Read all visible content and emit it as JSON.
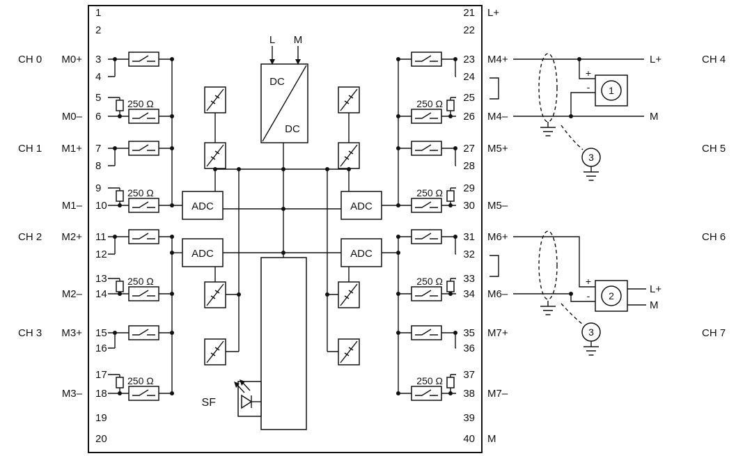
{
  "module": {
    "terminals_left": [
      "1",
      "2",
      "3",
      "4",
      "5",
      "6",
      "7",
      "8",
      "9",
      "10",
      "11",
      "12",
      "13",
      "14",
      "15",
      "16",
      "17",
      "18",
      "19",
      "20"
    ],
    "terminals_right": [
      "21",
      "22",
      "23",
      "24",
      "25",
      "26",
      "27",
      "28",
      "29",
      "30",
      "31",
      "32",
      "33",
      "34",
      "35",
      "36",
      "37",
      "38",
      "39",
      "40"
    ],
    "adc_label": "ADC",
    "resistor_label": "250 Ω",
    "dcdc_top": "DC",
    "dcdc_bottom": "DC",
    "supply_l": "L",
    "supply_m": "M",
    "fault_led": "SF"
  },
  "left": {
    "channels": [
      "CH 0",
      "CH 1",
      "CH 2",
      "CH 3"
    ],
    "signals": [
      "M0+",
      "M0–",
      "M1+",
      "M1–",
      "M2+",
      "M2–",
      "M3+",
      "M3–"
    ]
  },
  "right": {
    "power_top": "L+",
    "power_bottom": "M",
    "channels": [
      "CH 4",
      "CH 5",
      "CH 6",
      "CH 7"
    ],
    "signals": [
      "M4+",
      "M4–",
      "M5+",
      "M5–",
      "M6+",
      "M6–",
      "M7+",
      "M7–"
    ]
  },
  "external": {
    "plus": "+",
    "minus": "-",
    "transmitter1": "1",
    "transmitter2": "2",
    "ground_marker": "3",
    "ch4_supply": "L+",
    "ch4_return": "M",
    "ch6_supply": "L+",
    "ch6_return": "M"
  }
}
